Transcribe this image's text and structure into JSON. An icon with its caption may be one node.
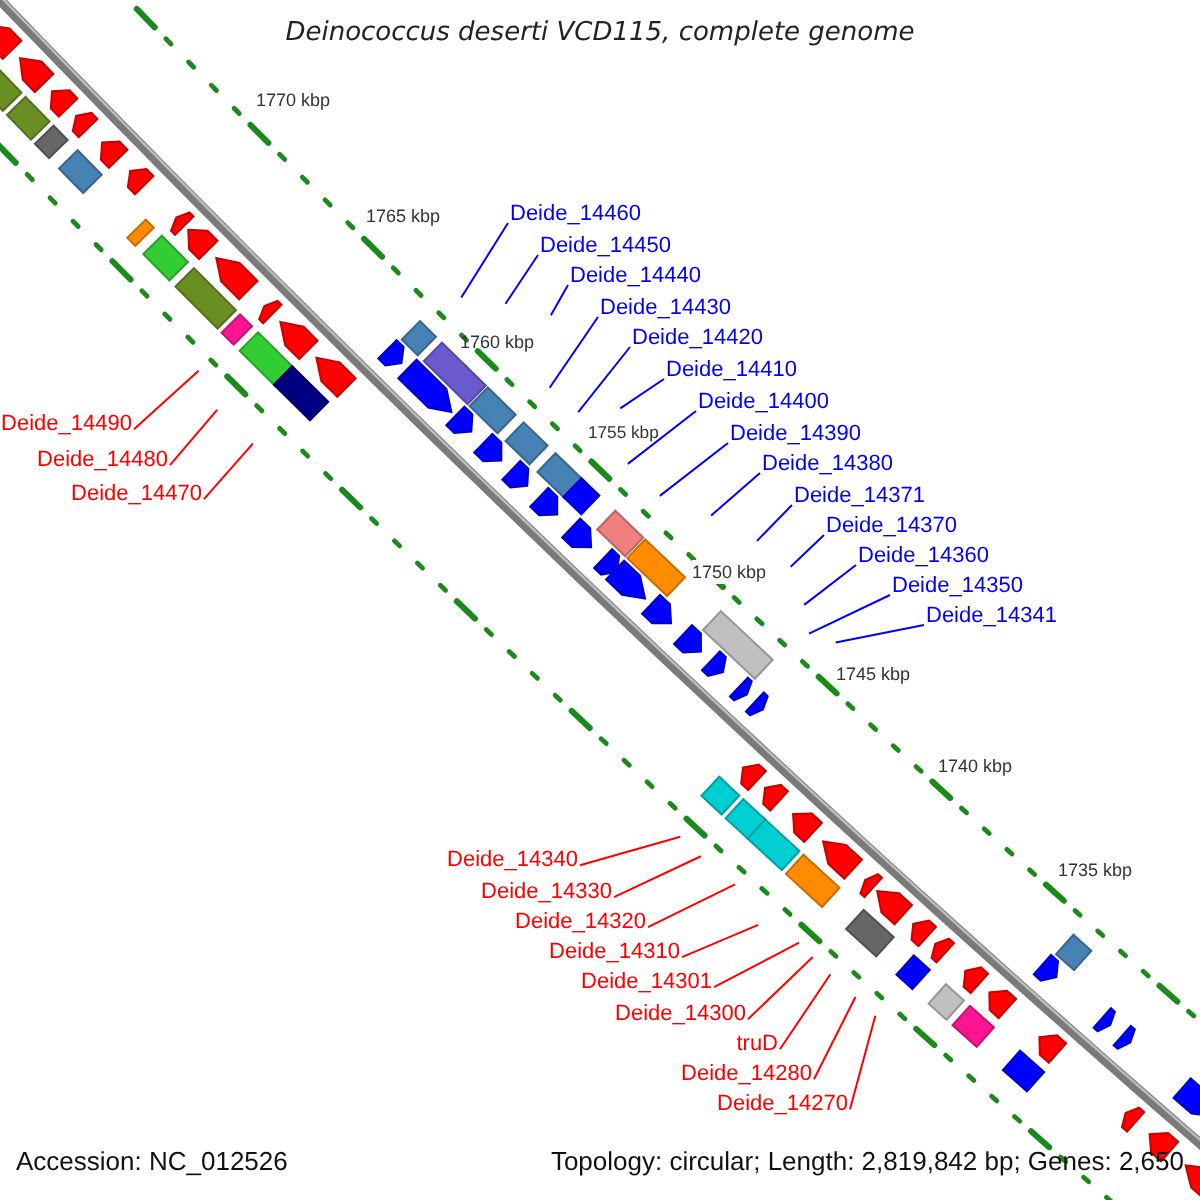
{
  "diagram": {
    "title": "Deinococcus deserti VCD115, complete genome",
    "nodes": [
      {
        "text": [
          "Deide_14460"
        ]
      },
      {
        "text": [
          "Deide_14450"
        ]
      },
      {
        "text": [
          "Deide_14440"
        ]
      },
      {
        "text": [
          "Deide_14430"
        ]
      },
      {
        "text": [
          "Deide_14420"
        ]
      },
      {
        "text": [
          "Deide_14410"
        ]
      },
      {
        "text": [
          "Deide_14400"
        ]
      },
      {
        "text": [
          "Deide_14390"
        ]
      },
      {
        "text": [
          "Deide_14380"
        ]
      },
      {
        "text": [
          "Deide_14371"
        ]
      },
      {
        "text": [
          "Deide_14370"
        ]
      },
      {
        "text": [
          "Deide_14360"
        ]
      },
      {
        "text": [
          "Deide_14350"
        ]
      },
      {
        "text": [
          "Deide_14341"
        ]
      },
      {
        "text": [
          "Deide_14490"
        ]
      },
      {
        "text": [
          "Deide_14480"
        ]
      },
      {
        "text": [
          "Deide_14470"
        ]
      },
      {
        "text": [
          "Deide_14340"
        ]
      },
      {
        "text": [
          "Deide_14330"
        ]
      },
      {
        "text": [
          "Deide_14320"
        ]
      },
      {
        "text": [
          "Deide_14310"
        ]
      },
      {
        "text": [
          "Deide_14301"
        ]
      },
      {
        "text": [
          "Deide_14300"
        ]
      },
      {
        "text": [
          "truD"
        ]
      },
      {
        "text": [
          "Deide_14280"
        ]
      },
      {
        "text": [
          "Deide_14270"
        ]
      }
    ],
    "edges": [
      {
        "from": 0,
        "to": null,
        "arrow": "none",
        "color": "#0000ff"
      },
      {
        "from": 1,
        "to": null,
        "arrow": "none",
        "color": "#0000ff"
      },
      {
        "from": 2,
        "to": null,
        "arrow": "none",
        "color": "#0000ff"
      },
      {
        "from": 3,
        "to": null,
        "arrow": "none",
        "color": "#0000ff"
      },
      {
        "from": 4,
        "to": null,
        "arrow": "none",
        "color": "#0000ff"
      },
      {
        "from": 5,
        "to": null,
        "arrow": "none",
        "color": "#0000ff"
      },
      {
        "from": 6,
        "to": null,
        "arrow": "none",
        "color": "#0000ff"
      },
      {
        "from": 7,
        "to": null,
        "arrow": "none",
        "color": "#0000ff"
      },
      {
        "from": 8,
        "to": null,
        "arrow": "none",
        "color": "#0000ff"
      },
      {
        "from": 9,
        "to": null,
        "arrow": "none",
        "color": "#0000ff"
      },
      {
        "from": 10,
        "to": null,
        "arrow": "none",
        "color": "#0000ff"
      },
      {
        "from": 11,
        "to": null,
        "arrow": "none",
        "color": "#0000ff"
      },
      {
        "from": 12,
        "to": null,
        "arrow": "none",
        "color": "#0000ff"
      },
      {
        "from": 13,
        "to": null,
        "arrow": "none",
        "color": "#0000ff"
      },
      {
        "from": 14,
        "to": null,
        "arrow": "none",
        "color": "#ff0000"
      },
      {
        "from": 15,
        "to": null,
        "arrow": "none",
        "color": "#ff0000"
      },
      {
        "from": 16,
        "to": null,
        "arrow": "none",
        "color": "#ff0000"
      },
      {
        "from": 17,
        "to": null,
        "arrow": "none",
        "color": "#ff0000"
      },
      {
        "from": 18,
        "to": null,
        "arrow": "none",
        "color": "#ff0000"
      },
      {
        "from": 19,
        "to": null,
        "arrow": "none",
        "color": "#ff0000"
      },
      {
        "from": 20,
        "to": null,
        "arrow": "none",
        "color": "#ff0000"
      },
      {
        "from": 21,
        "to": null,
        "arrow": "none",
        "color": "#ff0000"
      },
      {
        "from": 22,
        "to": null,
        "arrow": "none",
        "color": "#ff0000"
      },
      {
        "from": 23,
        "to": null,
        "arrow": "none",
        "color": "#ff0000"
      },
      {
        "from": 24,
        "to": null,
        "arrow": "none",
        "color": "#ff0000"
      },
      {
        "from": 25,
        "to": null,
        "arrow": "none",
        "color": "#ff0000"
      }
    ],
    "labels": [
      "1770 kbp",
      "1765 kbp",
      "1760 kbp",
      "1755 kbp",
      "1750 kbp",
      "1745 kbp",
      "1740 kbp",
      "1735 kbp",
      "Accession: NC_012526",
      "Topology: circular; Length: 2,819,842 bp; Genes: 2,650"
    ]
  }
}
